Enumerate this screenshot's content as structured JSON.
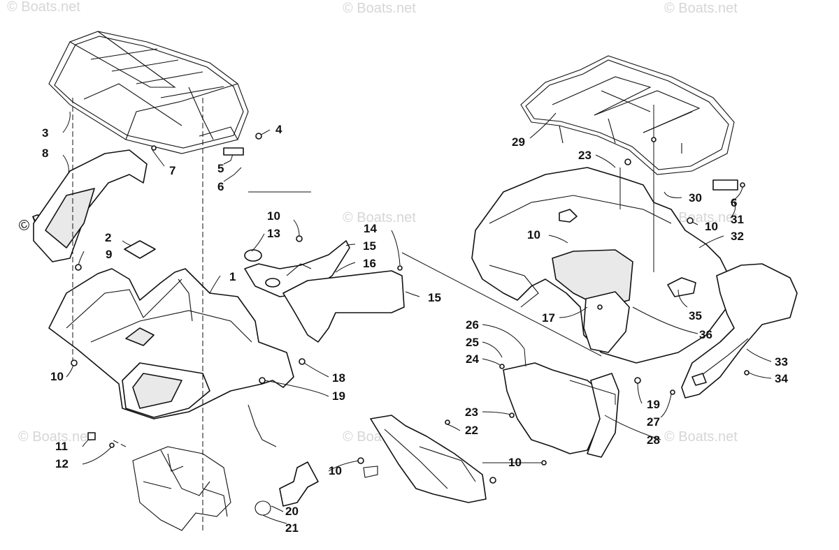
{
  "watermark": {
    "light": "© Boats.net",
    "dark": "© Boats.net"
  },
  "callouts": {
    "c1": "1",
    "c2": "2",
    "c3": "3",
    "c4": "4",
    "c5": "5",
    "c6a": "6",
    "c7": "7",
    "c8": "8",
    "c9": "9",
    "c10a": "10",
    "c10b": "10",
    "c10c": "10",
    "c10d": "10",
    "c10e": "10",
    "c10f": "10",
    "c11": "11",
    "c12": "12",
    "c13": "13",
    "c14": "14",
    "c15a": "15",
    "c15b": "15",
    "c16": "16",
    "c17": "17",
    "c18": "18",
    "c19a": "19",
    "c19b": "19",
    "c20": "20",
    "c21": "21",
    "c22": "22",
    "c23a": "23",
    "c23b": "23",
    "c24": "24",
    "c25": "25",
    "c26": "26",
    "c27": "27",
    "c28": "28",
    "c29": "29",
    "c30": "30",
    "c6b": "6",
    "c31": "31",
    "c32": "32",
    "c33": "33",
    "c34": "34",
    "c35": "35",
    "c36": "36"
  }
}
